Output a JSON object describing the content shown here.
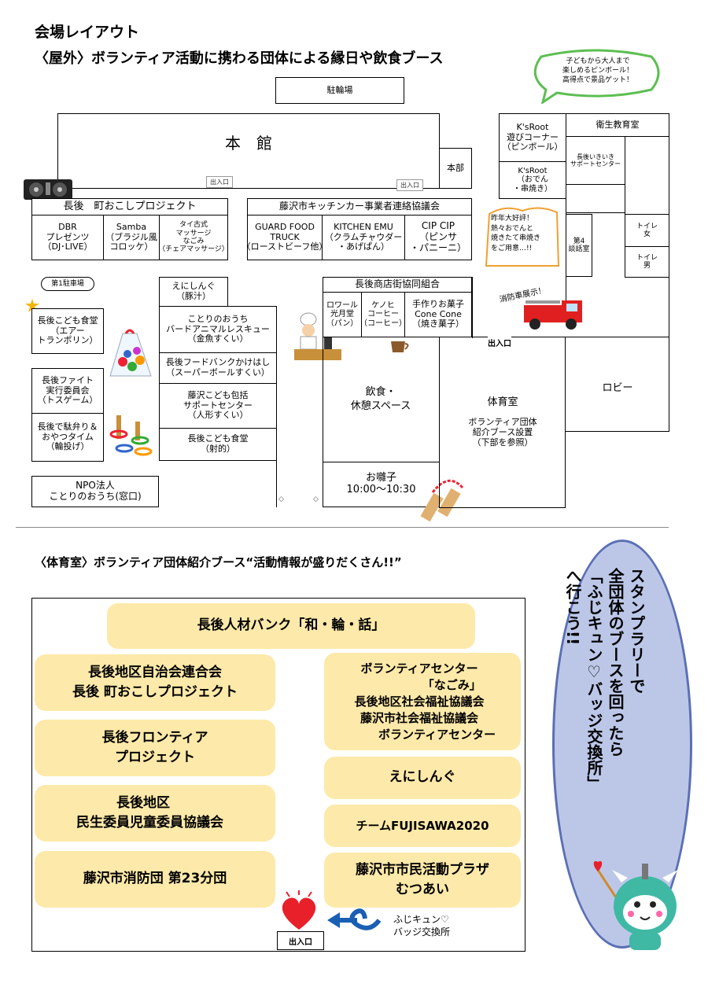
{
  "header": {
    "title": "会場レイアウト",
    "subtitle": "〈屋外〉ボランティア活動に携わる団体による縁日や飲食ブース"
  },
  "callouts": {
    "pinball": "子どもから大人まで\n楽しめるピンボール！\n高得点で景品ゲット！",
    "oden": "昨年大好評！\n熱々おでんと\n焼きたて串焼き\nをご用意…!!",
    "firetruck": "消防車展示！"
  },
  "map": {
    "bicycle": "駐輪場",
    "honkan": "本　館",
    "honbu": "本部",
    "exit": "出入口",
    "machiokoshi_header": "長後　町おこしプロジェクト",
    "dbr": "DBR\nプレゼンツ\n（DJ･LIVE）",
    "samba": "Samba\n（ブラジル風\nコロッケ）",
    "thai": "タイ古式\nマッサージ\nなごみ\n（チェアマッサージ）",
    "kitchencar_header": "藤沢市キッチンカー事業者連絡協議会",
    "guard": "GUARD FOOD\nTRUCK\n（ローストビーフ他）",
    "emu": "KITCHEN EMU\n（クラムチャウダー\n・あげぱん）",
    "cip": "CIP CIP\n（ピンサ\n・パニーニ）",
    "ksroot1": "K'sRoot\n遊びコーナー\n（ピンボール）",
    "ksroot2": "K'sRoot\n（おでん\n・串焼き）",
    "eisei": "衛生教育室",
    "ikiiki": "長後いきいき\nサポートセンター",
    "dai4": "第4\n談話室",
    "toilet_f": "トイレ\n女",
    "toilet_m": "トイレ\n男",
    "parking1": "第1駐車場",
    "kodomo_shokudo1": "長後こども食堂\n（エアー\nトランポリン）",
    "fight": "長後ファイト\n実行委員会\n（トスゲーム）",
    "dagashi": "長後で駄弁り＆\nおやつタイム\n（輪投げ）",
    "npo": "NPO法人\nことりのおうち(窓口)",
    "enishingu": "えにしんぐ\n（豚汁）",
    "kotori": "ことりのおうち\nバードアニマルレスキュー\n（金魚すくい）",
    "foodbank": "長後フードバンクかけはし\n（スーパーボールすくい）",
    "kodomo_houkatsu": "藤沢こども包括\nサポートセンター\n（人形すくい）",
    "kodomo_shokudo2": "長後こども食堂\n（射的）",
    "shotengai_header": "長後商店街協同組合",
    "rowaru": "ロワール\n光月堂\n（パン）",
    "kenohi": "ケノヒ\nコーヒー\n（コーヒー）",
    "conecone": "手作りお菓子\nCone Cone\n（焼き菓子）",
    "inshoku": "飲食・\n休憩スペース",
    "ohayashi": "お囃子\n10:00～10:30",
    "taiikushitsu": "体育室",
    "taiiku_note": "ボランティア団体\n紹介ブース設置\n（下部を参照）",
    "lobby": "ロビー"
  },
  "gym_section": {
    "title": "〈体育室〉ボランティア団体紹介ブース“活動情報が盛りだくさん!!”",
    "booths": [
      "長後人材バンク「和・輪・話」",
      "長後地区自治会連合会\n長後 町おこしプロジェクト",
      "長後フロンティア\nプロジェクト",
      "長後地区\n　民生委員児童委員協議会",
      "藤沢市消防団 第23分団",
      "ボランティアセンター\n　　　　　　「なごみ」\n長後地区社会福祉協議会\n藤沢市社会福祉協議会\n　　　ボランティアセンター",
      "えにしんぐ",
      "チームFUJISAWA2020",
      "藤沢市市民活動プラザ\nむつあい"
    ],
    "exchange_label": "ふじキュン♡\nバッジ交換所",
    "exit": "出入口"
  },
  "stamp_rally": "スタンプラリーで\n全団体のブースを回ったら\n「ふじキュン♡バッジ交換所」\nへ行こう!!",
  "colors": {
    "booth_yellow": "#fde9a9",
    "oval_blue": "#bcc7e8",
    "callout_green": "#5cbf52",
    "heart_red": "#e8202a",
    "arrow_blue": "#1a5fb4"
  }
}
